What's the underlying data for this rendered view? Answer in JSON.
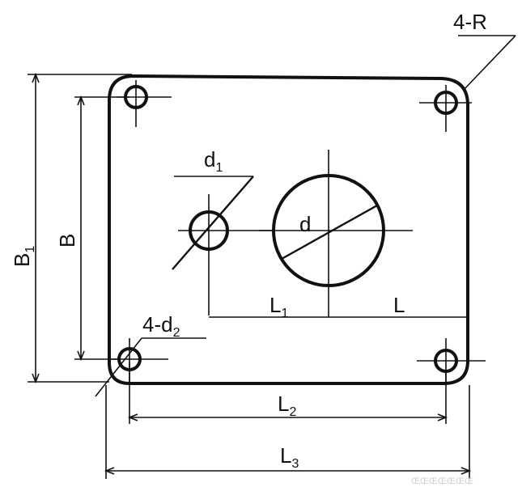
{
  "labels": {
    "corner_radius": "4-R",
    "corner_holes": "4-d",
    "corner_holes_sub": "2",
    "small_hole": "d",
    "small_hole_sub": "1",
    "center_hole": "d",
    "dim_L": "L",
    "dim_L1": "L",
    "dim_L1_sub": "1",
    "dim_L2": "L",
    "dim_L2_sub": "2",
    "dim_L3": "L",
    "dim_L3_sub": "3",
    "dim_B": "B",
    "dim_B1": "B",
    "dim_B1_sub": "1"
  },
  "watermark": "ŒŒŒŒŒŒŒ"
}
